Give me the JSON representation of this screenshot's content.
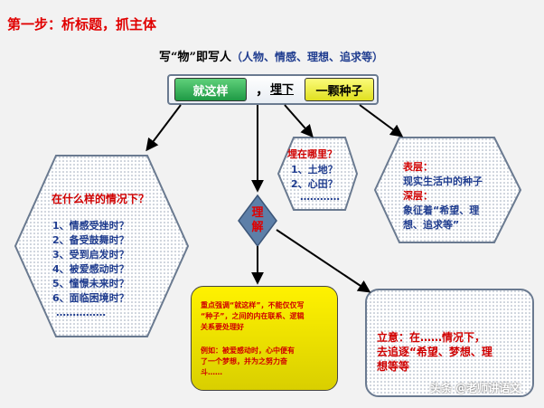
{
  "step_title": "第一步：析标题，抓主体",
  "topic": {
    "prefix": "写“物”即写人",
    "hint": "（人物、情感、理想、追求等）"
  },
  "title_bar": {
    "part1": "就这样",
    "comma": "，",
    "part2": "埋下",
    "part3": "一颗种子"
  },
  "left_hex": {
    "heading": "在什么样的情况下？",
    "items": [
      "1、情感受挫时？",
      "2、备受鼓舞时？",
      "3、受到启发时？",
      "4、被爱感动时？",
      "5、憧憬未来时？",
      "6、面临困境时？"
    ],
    "ellipsis": "……………"
  },
  "center_hex": {
    "heading": "埋在哪里？",
    "items": [
      "1、土地？",
      "2、心田？"
    ],
    "ellipsis": "…………"
  },
  "right_hex": {
    "label1": "表层：",
    "text1": "现实生活中的种子",
    "label2": "深层：",
    "text2_line1": "象征着“希望、理",
    "text2_line2": "想、追求等”"
  },
  "diamond": {
    "char1": "理",
    "char2": "解"
  },
  "yellow_box": {
    "line1": "重点强调“就这样”，不能仅仅写",
    "line2": "“种子”，之间的内在联系、逻辑",
    "line3": "关系要处理好",
    "line4": "例如：被爱感动时，心中便有",
    "line5": "了一个梦想，并为之努力奋",
    "line6": "斗……"
  },
  "grey_box": {
    "line1": "立意：在……情况下，",
    "line2": "去追逐“希望、梦想、理",
    "line3": "想等等"
  },
  "watermark": "头条 @老师讲语文",
  "colors": {
    "red": "#d00000",
    "blue": "#1f3c8f",
    "green": "#1f9a45",
    "yellow": "#fff200"
  }
}
